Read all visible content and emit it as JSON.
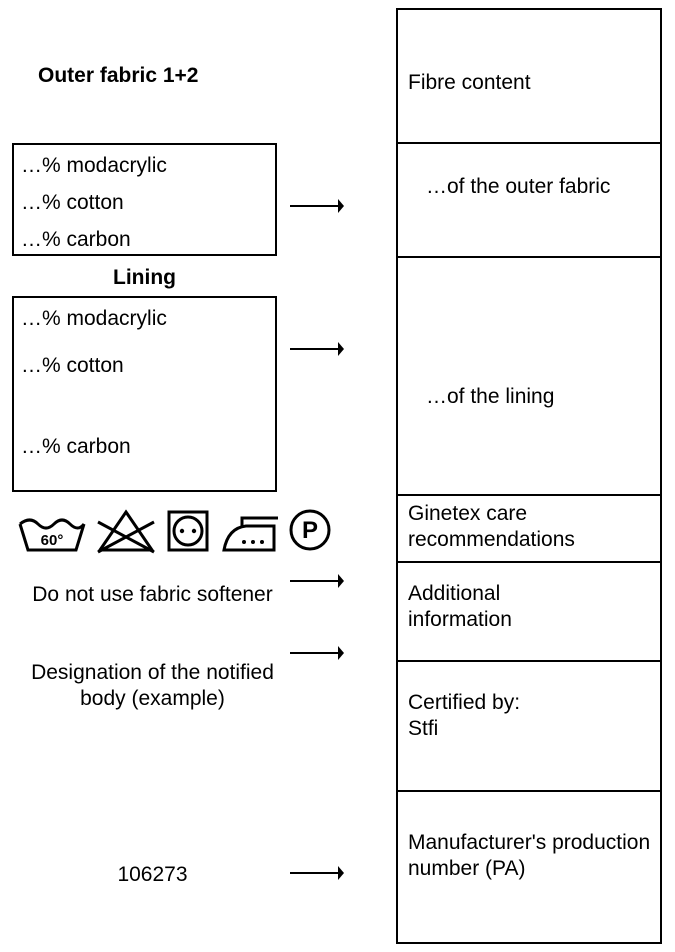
{
  "left": {
    "outer_title": "Outer fabric 1+2",
    "outer_items": [
      "…% modacrylic",
      "…% cotton",
      "…% carbon"
    ],
    "lining_title": "Lining",
    "lining_items": [
      "…% modacrylic",
      "…% cotton",
      "…% carbon"
    ],
    "softener": "Do not use fabric softener",
    "notified_body": "Designation of the notified body (example)",
    "number": "106273"
  },
  "care_icons": [
    "wash-60-icon",
    "no-bleach-icon",
    "tumble-dry-icon",
    "iron-icon",
    "dryclean-p-icon"
  ],
  "care_icon_text": {
    "wash": "60°",
    "dryclean": "P"
  },
  "right": {
    "fibre_content": "Fibre content",
    "outer_fabric": "…of the outer fabric",
    "lining": "…of the lining",
    "ginetex": "Ginetex care recommendations",
    "additional": "Additional information",
    "certified": "Certified by:\nStfi",
    "production": "Manufacturer's production number (PA)"
  }
}
